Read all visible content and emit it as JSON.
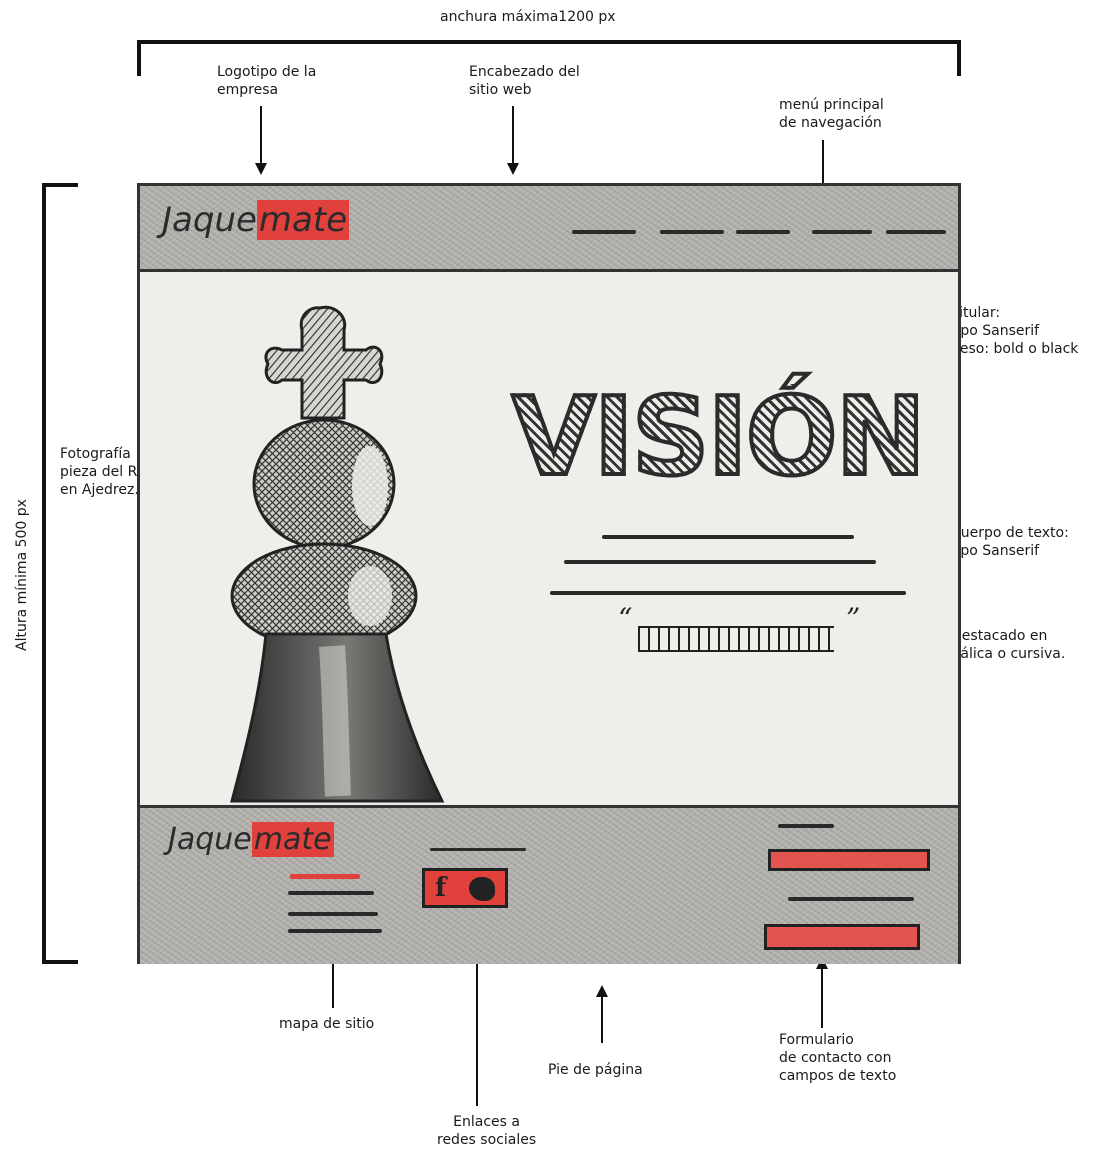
{
  "top": {
    "width_label": "anchura máxima1200 px"
  },
  "left": {
    "height_label": "Altura mínima 500 px"
  },
  "annotations": {
    "logo": "Logotipo de la\nempresa",
    "header": "Encabezado del\nsitio web",
    "nav": "menú principal\nde navegación",
    "titular": "Titular:\ntipo Sanserif\npeso: bold o black",
    "photo": "Fotografía\npieza del Rey\nen Ajedrez.",
    "body_text": "Cuerpo de texto:\ntipo Sanserif",
    "highlight": "Destacado en\nitálica o cursiva.",
    "sitemap": "mapa de sitio",
    "footer": "Pie de página",
    "social": "Enlaces a\nredes sociales",
    "form": "Formulario\nde contacto con\ncampos de texto"
  },
  "sketch": {
    "logo_part1": "Jaque",
    "logo_part2": "mate",
    "headline": "VISIÓN",
    "quote_open": "“",
    "quote_close": "”",
    "social_text": "f",
    "accent_color": "#e0413c"
  }
}
